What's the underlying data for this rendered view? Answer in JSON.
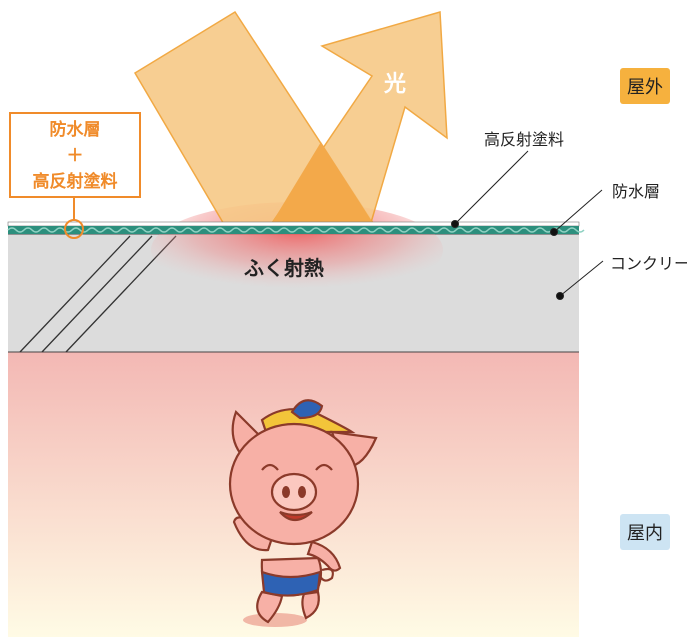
{
  "zones": {
    "outside": "屋外",
    "inside": "屋内"
  },
  "callout": {
    "line1": "防水層",
    "plus": "＋",
    "line2": "高反射塗料"
  },
  "labels": {
    "reflective_coating": "高反射塗料",
    "waterproof_layer": "防水層",
    "concrete": "コンクリート",
    "radiant_heat": "ふく射熱",
    "light": "光"
  },
  "colors": {
    "outside_badge": "#f6b13e",
    "inside_badge": "#cde4f3",
    "light_arrow": "#f7c987",
    "light_arrow_stroke": "#f0a030",
    "waterproof_layer": "#2c8f7d",
    "concrete": "#dcdcdc",
    "heat_glow": "#ee5a5a",
    "room_gradient_top": "#f3b8b4",
    "room_gradient_bottom": "#fffbe5",
    "callout_accent": "#f08b2a"
  },
  "icons": {
    "mascot": "pig-mascot-icon"
  }
}
